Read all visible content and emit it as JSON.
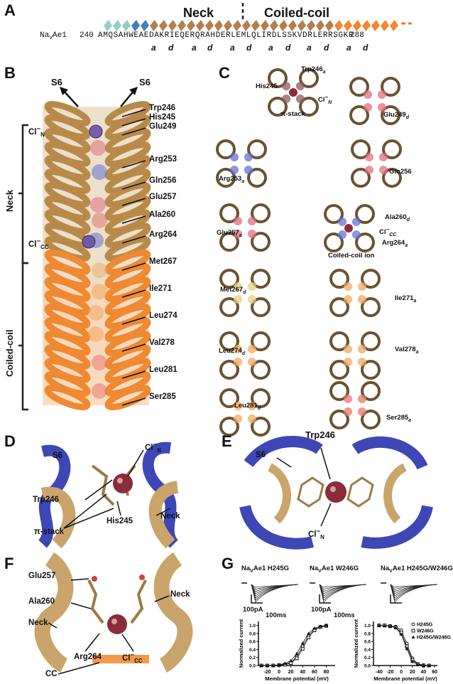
{
  "panels": {
    "A": "A",
    "B": "B",
    "C": "C",
    "D": "D",
    "E": "E",
    "F": "F",
    "G": "G"
  },
  "panel_a": {
    "neck_title": "Neck",
    "cc_title": "Coiled-coil",
    "protein": "Na",
    "protein_sub": "V",
    "protein_suffix": "Ae1",
    "start": "240",
    "sequence": "AMQSAHWEAEDAKRIEQERQRAHDERLEMLQLIRDLSSKVDRLERRSGKR",
    "end": "288",
    "heptad": [
      "a",
      "d",
      "a",
      "d",
      "a",
      "d",
      "a",
      "d",
      "a",
      "d",
      "a",
      "d"
    ]
  },
  "panel_b": {
    "s6_left": "S6",
    "s6_right": "S6",
    "cl_n": "Cl",
    "cl_n_sub": "N",
    "cl_cc": "Cl",
    "cl_cc_sub": "CC",
    "neck": "Neck",
    "coiled_coil": "Coiled-coil",
    "residues": [
      "Trp246",
      "His245",
      "Glu249",
      "Arg253",
      "Gln256",
      "Glu257",
      "Ala260",
      "Arg264",
      "Met267",
      "Ile271",
      "Leu274",
      "Val278",
      "Leu281",
      "Ser285"
    ]
  },
  "panel_c": {
    "trp": "Trp246",
    "trp_sub": "a",
    "his": "His245",
    "cln": "Cl",
    "cln_sub": "N",
    "pistack": "π-stack",
    "glu249": "Glu249",
    "glu249_sub": "d",
    "arg253": "Arg253",
    "arg253_sub": "a",
    "gln256": "Gln256",
    "glu257": "Glu257",
    "glu257_sub": "a",
    "ala260": "Ala260",
    "ala260_sub": "d",
    "clcc": "Cl",
    "clcc_sub": "CC",
    "arg264": "Arg264",
    "arg264_sub": "a",
    "cc_ion": "Coiled-coil ion",
    "met267": "Met267",
    "met267_sub": "d",
    "ile271": "Ile271",
    "ile271_sub": "a",
    "leu274": "Leu274",
    "leu274_sub": "d",
    "val278": "Val278",
    "val278_sub": "a",
    "leu281": "Leu281",
    "leu281_sub": "d",
    "ser285": "Ser285",
    "ser285_sub": "a"
  },
  "panel_d": {
    "s6": "S6",
    "trp": "Trp246",
    "cl": "Cl",
    "cl_sub": "N",
    "pistack": "π-stack",
    "his": "His245",
    "neck": "Neck"
  },
  "panel_e": {
    "s6": "S6",
    "trp": "Trp246",
    "cl": "Cl",
    "cl_sub": "N"
  },
  "panel_f": {
    "glu": "Glu257",
    "ala": "Ala260",
    "neck_l": "Neck",
    "neck_r": "Neck",
    "arg": "Arg264",
    "cl": "Cl",
    "cl_sub": "CC",
    "cc": "CC"
  },
  "panel_g": {
    "trace_titles": [
      {
        "pre": "Na",
        "sub": "V",
        "post": "Ae1 H245G"
      },
      {
        "pre": "Na",
        "sub": "V",
        "post": "Ae1 W246G"
      },
      {
        "pre": "Na",
        "sub": "V",
        "post": "Ae1 H245G/W246G"
      }
    ],
    "scale_current": "100pA",
    "scale_time": "100ms",
    "ylabel": "Normalized current",
    "xlabel": "Membrane potential (mV)",
    "legend": [
      "H245G",
      "W246G",
      "H245G/W246G"
    ]
  },
  "chart_data": [
    {
      "type": "scatter",
      "title": "",
      "xlabel": "Membrane potential (mV)",
      "ylabel": "Normalized current",
      "xlim": [
        -35,
        95
      ],
      "ylim": [
        0,
        1.1
      ],
      "xticks": [
        -20,
        0,
        20,
        40,
        60,
        80
      ],
      "yticks": [
        0.0,
        0.2,
        0.4,
        0.6,
        0.8,
        1.0
      ],
      "x": [
        -30,
        -20,
        -10,
        0,
        10,
        20,
        30,
        40,
        50,
        60,
        70,
        80
      ],
      "series": [
        {
          "values": [
            0.0,
            0.0,
            0.0,
            0.01,
            0.03,
            0.08,
            0.22,
            0.48,
            0.74,
            0.9,
            0.97,
            1.0
          ]
        },
        {
          "values": [
            0.0,
            0.0,
            0.0,
            0.01,
            0.02,
            0.06,
            0.18,
            0.42,
            0.7,
            0.88,
            0.96,
            0.99
          ]
        },
        {
          "values": [
            0.0,
            0.0,
            0.0,
            0.02,
            0.05,
            0.12,
            0.3,
            0.56,
            0.8,
            0.93,
            0.98,
            1.0
          ]
        }
      ]
    },
    {
      "type": "scatter",
      "title": "",
      "xlabel": "Membrane potential (mV)",
      "ylabel": "Normalized current",
      "xlim": [
        -50,
        65
      ],
      "ylim": [
        0,
        1.1
      ],
      "xticks": [
        -40,
        -20,
        0,
        20,
        40,
        60
      ],
      "yticks": [
        0.0,
        0.2,
        0.4,
        0.6,
        0.8,
        1.0
      ],
      "x": [
        -40,
        -30,
        -20,
        -10,
        0,
        10,
        20,
        30,
        40,
        50
      ],
      "series": [
        {
          "values": [
            1.0,
            1.0,
            0.99,
            0.97,
            0.88,
            0.55,
            0.18,
            0.04,
            0.01,
            0.0
          ]
        },
        {
          "values": [
            1.0,
            1.0,
            0.98,
            0.95,
            0.82,
            0.48,
            0.14,
            0.03,
            0.0,
            0.0
          ]
        },
        {
          "values": [
            1.0,
            0.99,
            0.98,
            0.94,
            0.78,
            0.42,
            0.1,
            0.02,
            0.0,
            0.0
          ]
        }
      ],
      "legend": [
        "H245G",
        "W246G",
        "H245G/W246G"
      ],
      "legend_position": "top-right"
    }
  ]
}
